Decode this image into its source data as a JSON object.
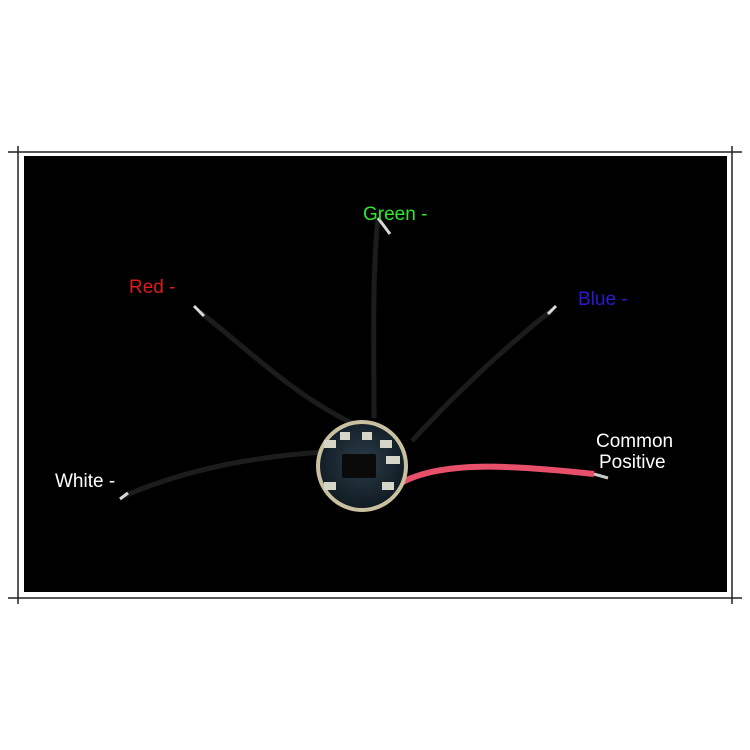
{
  "labels": {
    "green": "Green -",
    "red": "Red -",
    "blue": "Blue -",
    "white": "White -",
    "common_line1": "Common",
    "common_line2": "Positive"
  },
  "colors": {
    "green": "#2ee82e",
    "red": "#e01a1a",
    "blue": "#2a1ad0",
    "white": "#ffffff",
    "common": "#ffffff",
    "background": "#000000",
    "frame": "#222222",
    "wire": "#1c1c1c",
    "positive_wire": "#e8506a",
    "board": "#1b2a33"
  }
}
